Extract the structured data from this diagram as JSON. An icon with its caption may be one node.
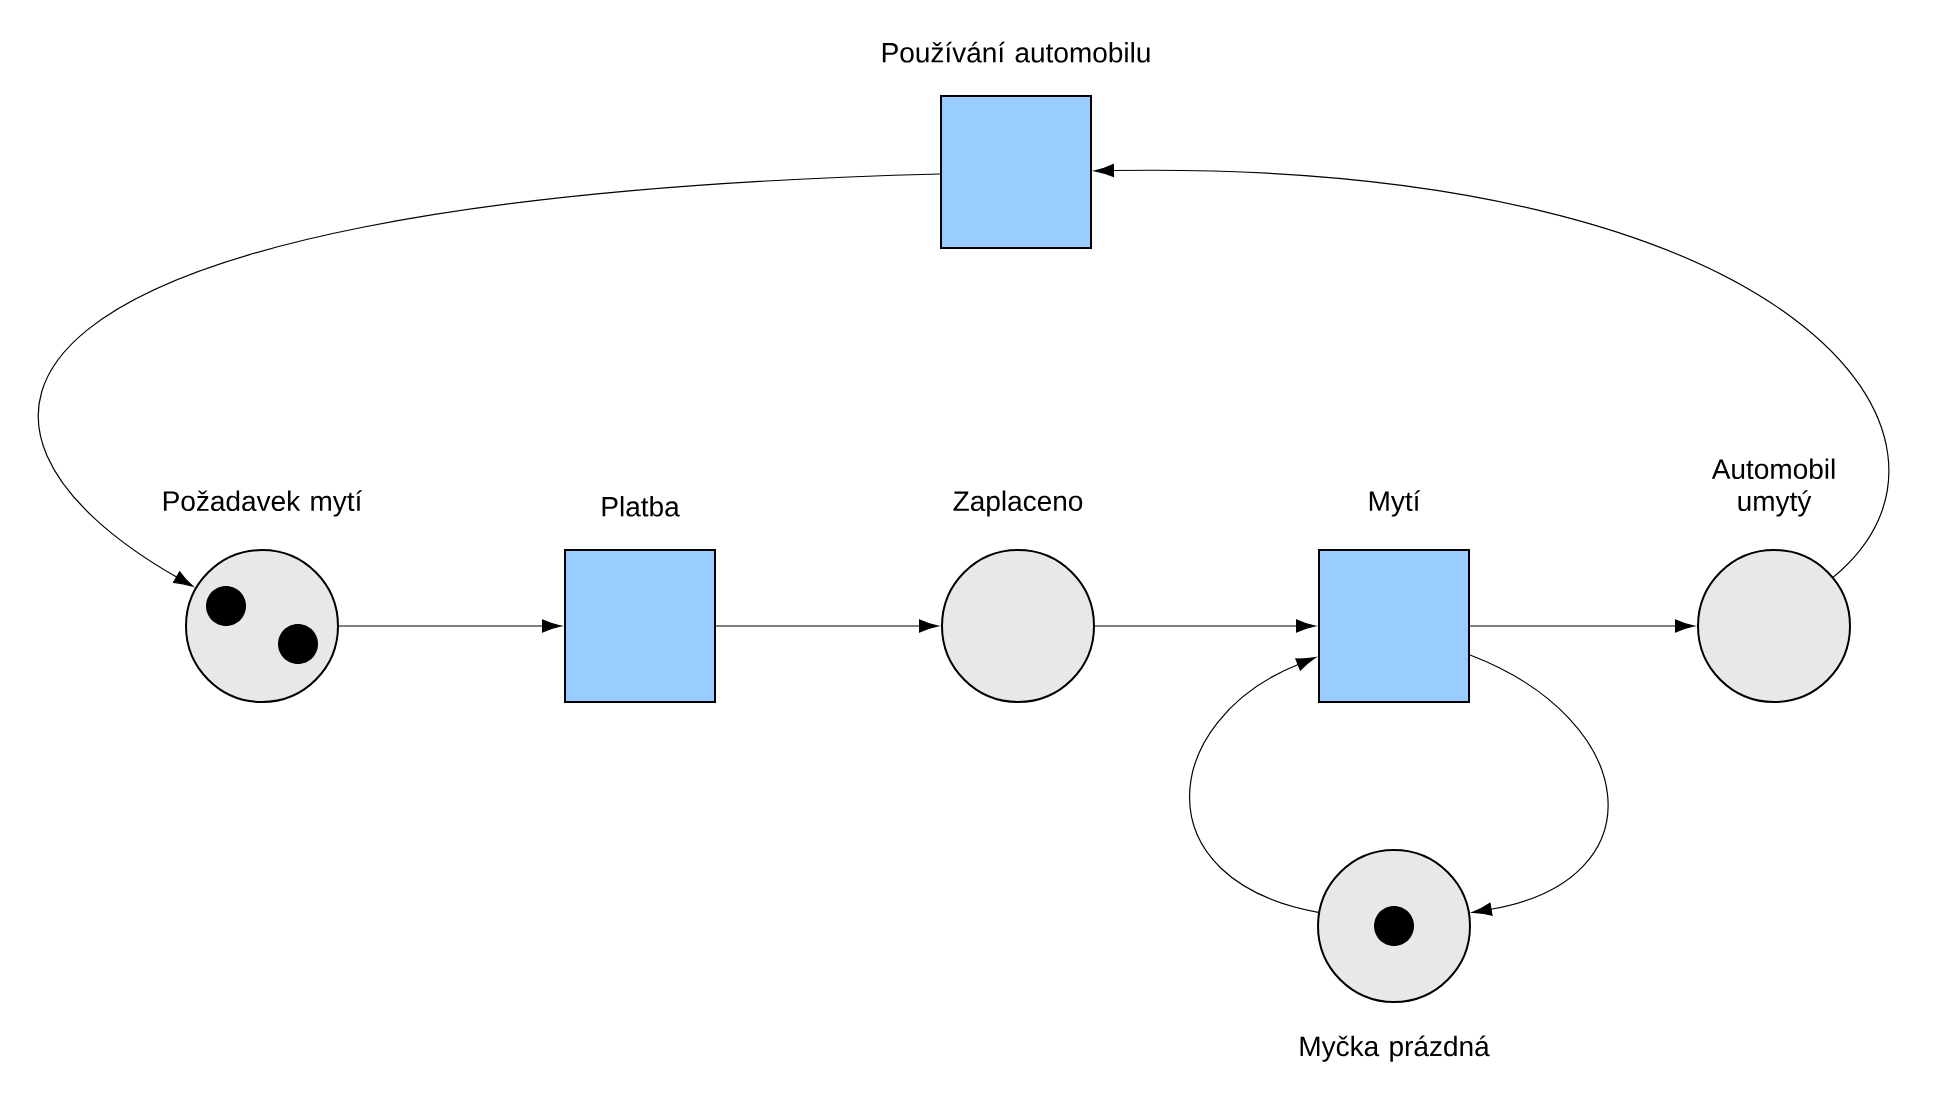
{
  "diagram": {
    "nodes": [
      {
        "text": [
          "Používání automobilu"
        ]
      },
      {
        "text": [
          "Požadavek mytí"
        ]
      },
      {
        "text": [
          "Platba"
        ]
      },
      {
        "text": [
          "Zaplaceno"
        ]
      },
      {
        "text": [
          "Mytí"
        ]
      },
      {
        "text": [
          "Automobil umytý"
        ]
      },
      {
        "text": [
          "Myčka prázdná"
        ]
      }
    ],
    "edges": [
      {
        "from": 0,
        "to": 1,
        "arrow": "to"
      },
      {
        "from": 1,
        "to": 2,
        "arrow": "to"
      },
      {
        "from": 2,
        "to": 3,
        "arrow": "to"
      },
      {
        "from": 3,
        "to": 4,
        "arrow": "to"
      },
      {
        "from": 4,
        "to": 5,
        "arrow": "to"
      },
      {
        "from": 5,
        "to": 0,
        "arrow": "to"
      },
      {
        "from": 4,
        "to": 6,
        "arrow": "to"
      },
      {
        "from": 6,
        "to": 4,
        "arrow": "to"
      }
    ]
  }
}
